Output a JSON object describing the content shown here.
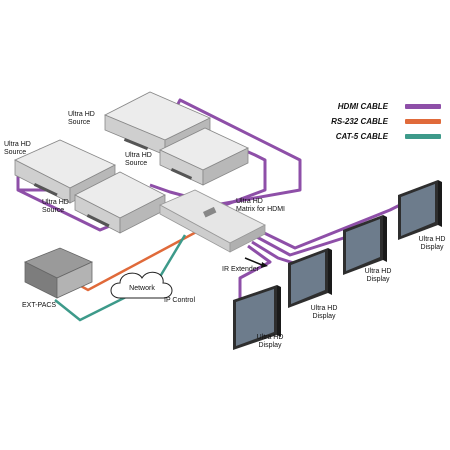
{
  "legend": {
    "hdmi": {
      "label": "HDMI CABLE",
      "color": "#8e4fa8"
    },
    "rs232": {
      "label": "RS-232 CABLE",
      "color": "#e06a3a"
    },
    "cat5": {
      "label": "CAT-5 CABLE",
      "color": "#3d9a8a"
    }
  },
  "sources": [
    {
      "label_line1": "Ultra HD",
      "label_line2": "Source"
    },
    {
      "label_line1": "Ultra HD",
      "label_line2": "Source"
    },
    {
      "label_line1": "Ultra HD",
      "label_line2": "Source"
    },
    {
      "label_line1": "Ultra HD",
      "label_line2": "Source"
    }
  ],
  "matrix": {
    "label_line1": "Ultra HD",
    "label_line2": "Matrix for HDMI"
  },
  "ir_extender": {
    "label": "IR Extender"
  },
  "ext_pacs": {
    "label": "EXT-PACS"
  },
  "network": {
    "label": "Network"
  },
  "ip_control": {
    "label": "IP Control"
  },
  "displays": [
    {
      "label_line1": "Ultra HD",
      "label_line2": "Display"
    },
    {
      "label_line1": "Ultra HD",
      "label_line2": "Display"
    },
    {
      "label_line1": "Ultra HD",
      "label_line2": "Display"
    },
    {
      "label_line1": "Ultra HD",
      "label_line2": "Display"
    }
  ],
  "colors": {
    "device_body": "#dcdcdc",
    "device_dark": "#555555",
    "screen": "#6d7c8c"
  }
}
